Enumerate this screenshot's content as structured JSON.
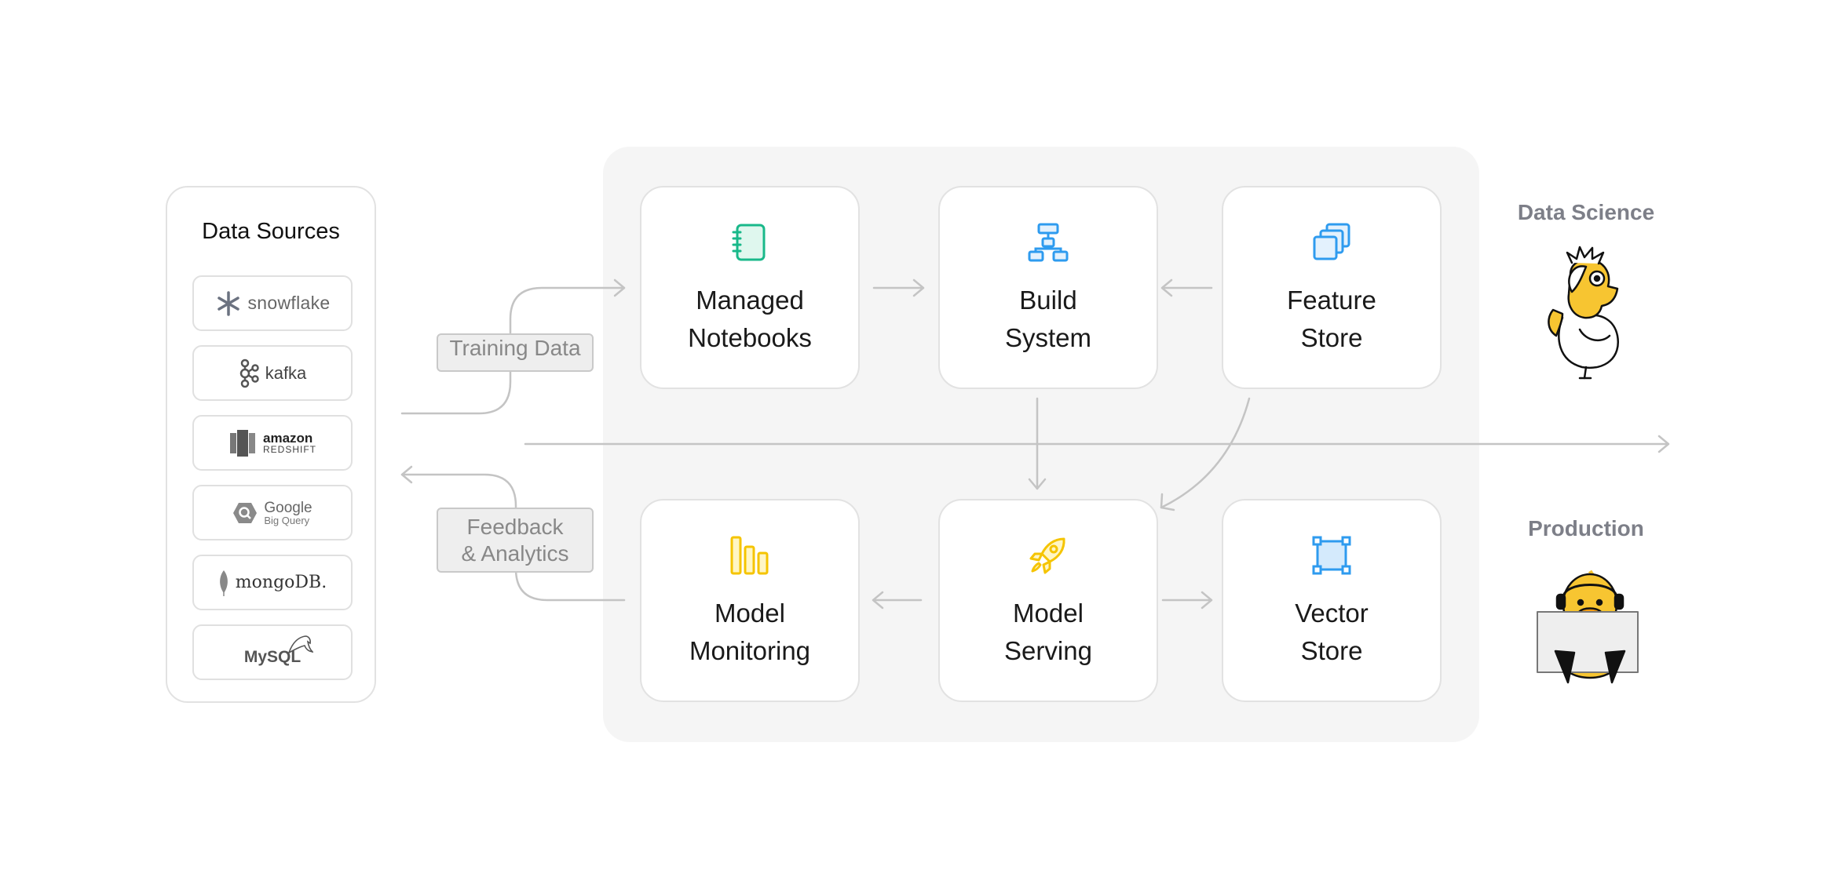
{
  "data_sources": {
    "title": "Data Sources",
    "items": [
      {
        "name": "snowflake",
        "icon": "snowflake-icon"
      },
      {
        "name": "kafka",
        "icon": "kafka-icon"
      },
      {
        "name": "amazon",
        "sub": "REDSHIFT",
        "icon": "redshift-icon"
      },
      {
        "name": "Google",
        "sub": "Big Query",
        "icon": "bigquery-icon"
      },
      {
        "name": "mongoDB.",
        "icon": "mongodb-leaf-icon"
      },
      {
        "name": "MySQL",
        "icon": "mysql-dolphin-icon"
      }
    ]
  },
  "flow_labels": {
    "training": "Training Data",
    "feedback_line1": "Feedback",
    "feedback_line2": "& Analytics"
  },
  "cards": {
    "notebooks": {
      "line1": "Managed",
      "line2": "Notebooks",
      "icon": "notebook-icon",
      "color": "#19b88a"
    },
    "build": {
      "line1": "Build",
      "line2": "System",
      "icon": "flowchart-icon",
      "color": "#2e9bef"
    },
    "feature": {
      "line1": "Feature",
      "line2": "Store",
      "icon": "stacked-squares-icon",
      "color": "#2e9bef"
    },
    "monitoring": {
      "line1": "Model",
      "line2": "Monitoring",
      "icon": "bar-chart-icon",
      "color": "#f5c400"
    },
    "serving": {
      "line1": "Model",
      "line2": "Serving",
      "icon": "rocket-icon",
      "color": "#f5c400"
    },
    "vector": {
      "line1": "Vector",
      "line2": "Store",
      "icon": "vector-square-icon",
      "color": "#2e9bef"
    }
  },
  "side": {
    "data_science": "Data Science",
    "production": "Production"
  },
  "colors": {
    "line": "#c4c4c4",
    "panel": "#f5f5f5",
    "duck_yellow": "#f7c531"
  }
}
